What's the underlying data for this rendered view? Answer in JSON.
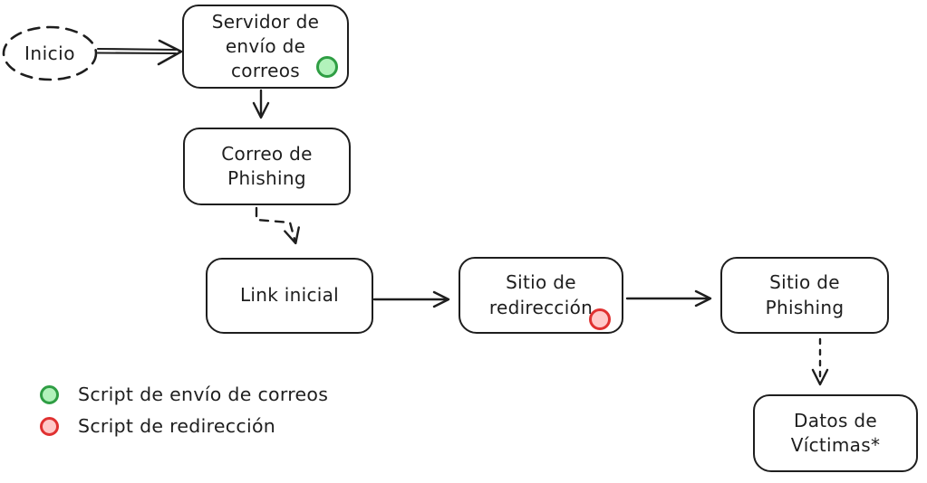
{
  "colors": {
    "ink": "#1e1e1e",
    "canvas-bg": "#ffffff",
    "green-stroke": "#2f9e44",
    "green-fill": "#b2f2bb",
    "red-stroke": "#e03131",
    "red-fill": "#ffc9c9"
  },
  "diagram": {
    "nodes": {
      "inicio": {
        "label": "Inicio",
        "shape": "dashed-ellipse"
      },
      "servidor": {
        "label": "Servidor de\nenvío de\ncorreos",
        "badge": "green"
      },
      "correo": {
        "label": "Correo de\nPhishing"
      },
      "link": {
        "label": "Link inicial"
      },
      "redireccion": {
        "label": "Sitio de\nredirección",
        "badge": "red"
      },
      "sitio_phishing": {
        "label": "Sitio de\nPhishing"
      },
      "datos": {
        "label": "Datos de\nVíctimas*"
      }
    },
    "edges": [
      {
        "from": "inicio",
        "to": "servidor",
        "line": "double-solid",
        "arrowhead": "chevron"
      },
      {
        "from": "servidor",
        "to": "correo",
        "line": "solid",
        "arrowhead": "chevron"
      },
      {
        "from": "correo",
        "to": "link",
        "line": "dashed-elbow",
        "arrowhead": "chevron"
      },
      {
        "from": "link",
        "to": "redireccion",
        "line": "solid",
        "arrowhead": "chevron"
      },
      {
        "from": "redireccion",
        "to": "sitio_phishing",
        "line": "solid",
        "arrowhead": "chevron"
      },
      {
        "from": "sitio_phishing",
        "to": "datos",
        "line": "dashed",
        "arrowhead": "chevron"
      }
    ],
    "legend": {
      "items": [
        {
          "marker": "green-circle",
          "label": "Script de envío de correos"
        },
        {
          "marker": "red-circle",
          "label": "Script de redirección"
        }
      ]
    }
  }
}
